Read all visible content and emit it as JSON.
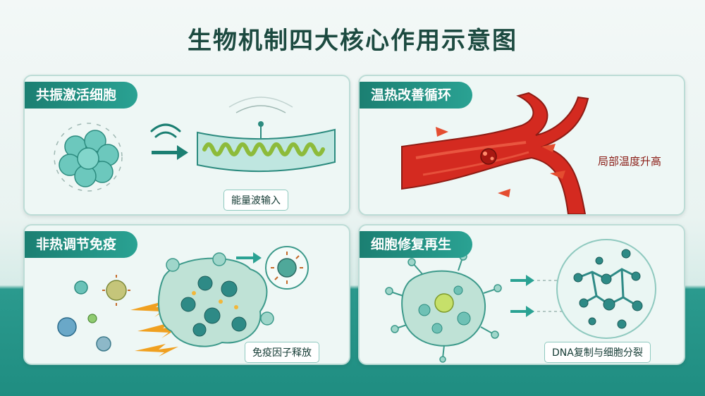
{
  "title": "生物机制四大核心作用示意图",
  "panels": [
    {
      "heading": "共振激活细胞",
      "label": "能量波输入"
    },
    {
      "heading": "温热改善循环",
      "label": "局部温度升高"
    },
    {
      "heading": "非热调节免疫",
      "label": "免疫因子释放"
    },
    {
      "heading": "细胞修复再生",
      "label": "DNA复制与细胞分裂"
    }
  ],
  "colors": {
    "teal": "#2aa293",
    "dark_teal": "#1b7f72",
    "blood_red": "#d42a20",
    "orange_arrow": "#f0a020"
  }
}
